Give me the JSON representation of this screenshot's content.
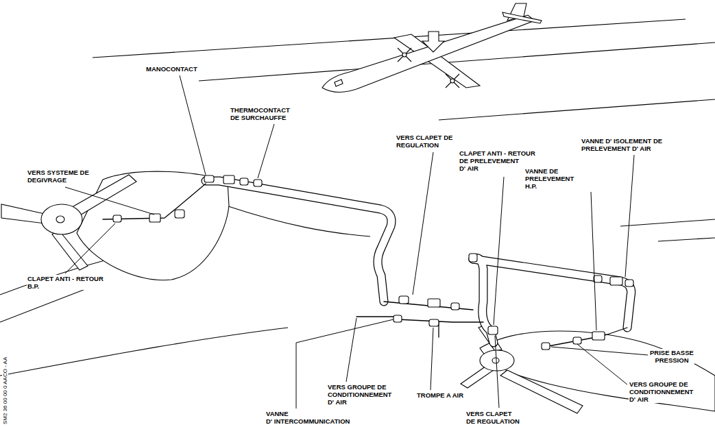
{
  "diagram": {
    "labels": [
      "MANOCONTACT",
      "THERMOCONTACT DE SURCHAUFFE",
      "VERS SYSTEME DE DEGIVRAGE",
      "CLAPET ANTI - RETOUR B.P.",
      "VERS CLAPET DE REGULATION",
      "CLAPET ANTI - RETOUR DE PRELEVEMENT D' AIR",
      "VANNE D' ISOLEMENT DE PRELEVEMENT D' AIR",
      "VANNE DE PRELEVEMENT H.P.",
      "PRISE BASSE PRESSION",
      "VERS GROUPE DE CONDITIONNEMENT D' AIR",
      "VERS GROUPE DE CONDITIONNEMENT D' AIR",
      "TROMPE A AIR",
      "VANNE D' INTERCOMMUNICATION",
      "VERS CLAPET DE REGULATION",
      "SM2 36 00 00 0 AACO - AA"
    ]
  }
}
